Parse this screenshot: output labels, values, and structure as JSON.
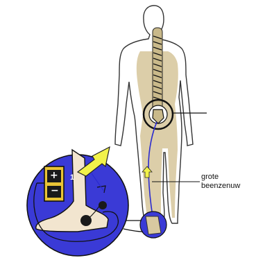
{
  "labels": {
    "nerve_line1": "grote",
    "nerve_line2": "beenzenuw"
  },
  "battery": {
    "number": "1",
    "plus_symbol": "+",
    "minus_symbol": "−"
  },
  "colors": {
    "circle_fill": "#3a3ad6",
    "spine_tan": "#d8c9a0",
    "arrow_yellow": "#f2f24a",
    "nerve_blue": "#2a2ad0",
    "battery_gold": "#e9c436"
  }
}
